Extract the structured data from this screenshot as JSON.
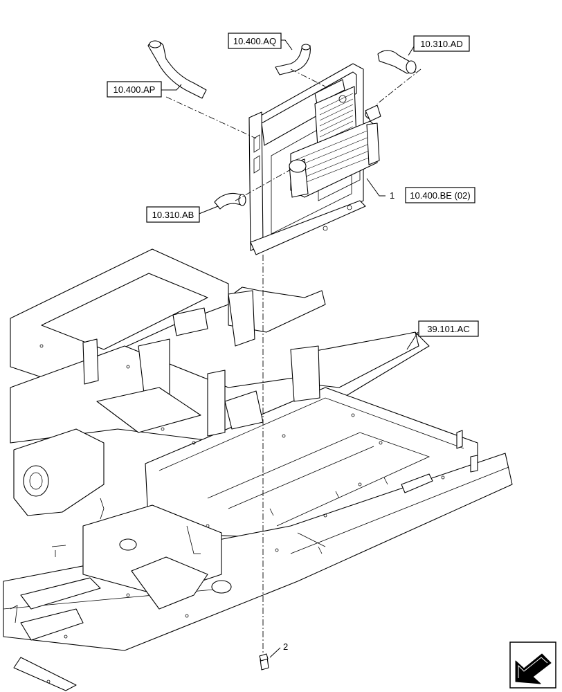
{
  "references": {
    "hose_top_left": "10.400.AP",
    "hose_top_center": "10.400.AQ",
    "hose_top_right": "10.310.AD",
    "hose_lower_left": "10.310.AB",
    "cooler_assembly": "10.400.BE (02)",
    "frame": "39.101.AC"
  },
  "item_numbers": {
    "cooler": "1",
    "bolt": "2"
  }
}
